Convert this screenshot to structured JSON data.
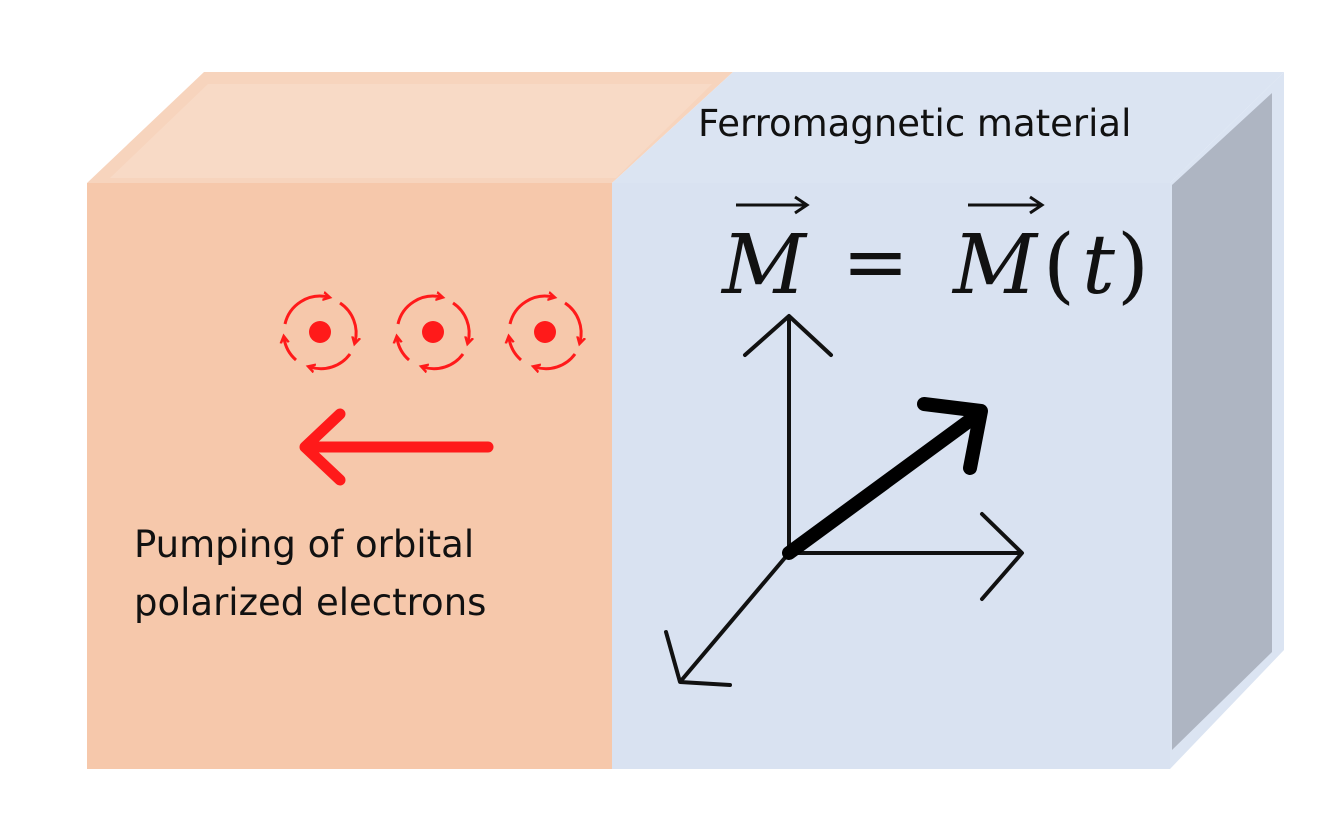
{
  "labels": {
    "ferromagnet": "Ferromagnetic material",
    "pumping": [
      "Pumping of orbital",
      "polarized electrons"
    ]
  },
  "equation": {
    "lhs": "M",
    "equals": "=",
    "rhs_symbol": "M",
    "open_paren": "(",
    "variable": "t",
    "close_paren": ")"
  },
  "colors": {
    "orbital_front": "#f6c8ab",
    "orbital_top": "#f7d4bd",
    "ferro_front": "#d9e2f1",
    "ferro_top": "#dbe4f2",
    "ferro_side": "#aeb5c2",
    "electron_red": "#ff1a1a",
    "ink": "#111111"
  },
  "electrons": {
    "count": 3,
    "icon": "orbiting-electron-icon"
  }
}
